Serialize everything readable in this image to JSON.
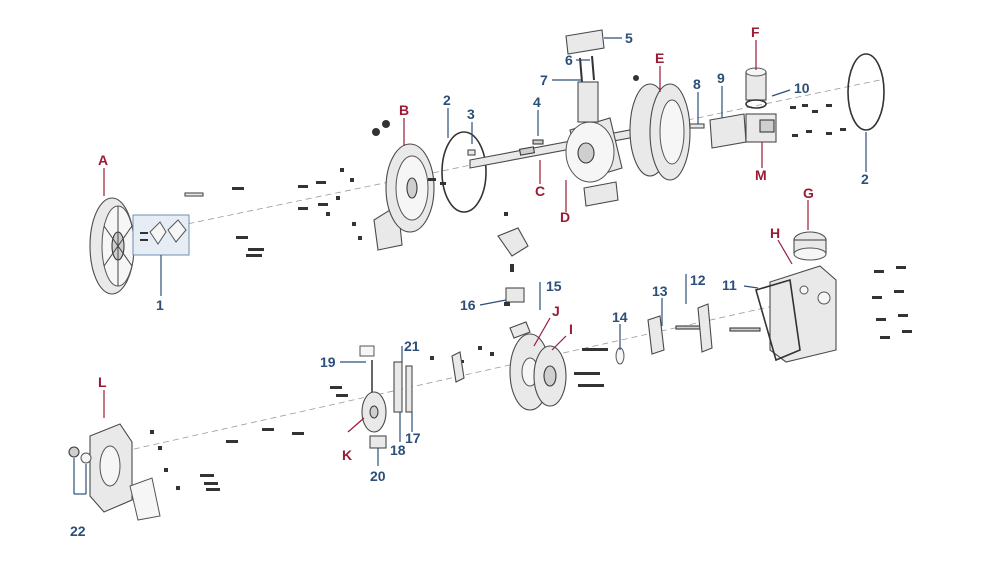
{
  "callouts": {
    "A": "A",
    "B": "B",
    "C": "C",
    "D": "D",
    "E": "E",
    "F": "F",
    "G": "G",
    "H": "H",
    "I": "I",
    "J": "J",
    "K": "K",
    "L": "L",
    "M": "M",
    "n1": "1",
    "n2a": "2",
    "n2b": "2",
    "n3": "3",
    "n4": "4",
    "n5": "5",
    "n6": "6",
    "n7": "7",
    "n8": "8",
    "n9": "9",
    "n10": "10",
    "n11": "11",
    "n12": "12",
    "n13": "13",
    "n14": "14",
    "n15": "15",
    "n16": "16",
    "n17": "17",
    "n18": "18",
    "n19": "19",
    "n20": "20",
    "n21": "21",
    "n22": "22"
  },
  "colors": {
    "number_callout": "#2b4f78",
    "letter_callout": "#9b1b34",
    "part_outline": "#4a4a4a",
    "axis_line": "#9a9a9a"
  }
}
